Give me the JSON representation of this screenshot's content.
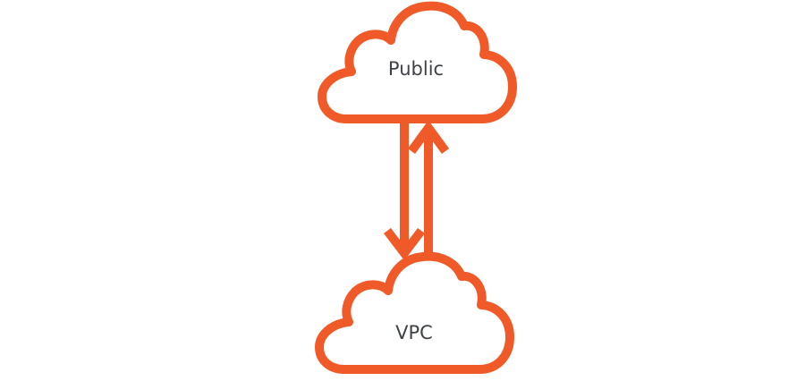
{
  "colors": {
    "accent": "#f05a28",
    "label_text": "#3f4347",
    "background": "#ffffff"
  },
  "nodes": [
    {
      "id": "public",
      "label": "Public"
    },
    {
      "id": "vpc",
      "label": "VPC"
    }
  ],
  "edges": [
    {
      "from": "public",
      "to": "vpc"
    },
    {
      "from": "vpc",
      "to": "public"
    }
  ]
}
